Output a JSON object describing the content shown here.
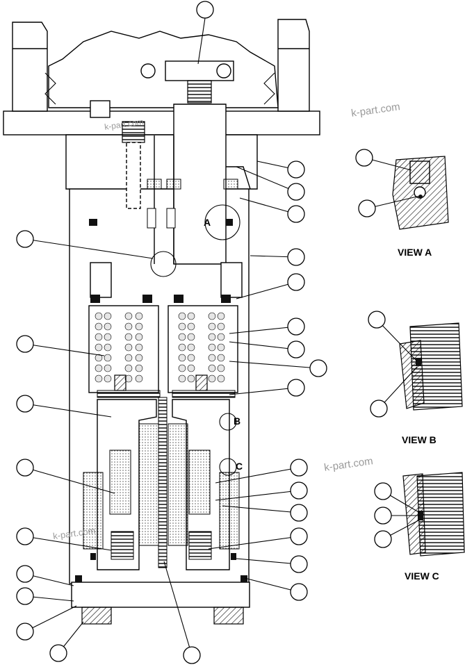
{
  "views": {
    "a": "VIEW A",
    "b": "VIEW B",
    "c": "VIEW C"
  },
  "detail_markers": {
    "a": "A",
    "b": "B",
    "c": "C"
  },
  "watermarks": [
    "k-part.com",
    "k-part.com",
    "k-part.com",
    "k-part.com"
  ],
  "colors": {
    "line": "#000000",
    "background": "#ffffff",
    "watermark": "#9a9a9a"
  }
}
